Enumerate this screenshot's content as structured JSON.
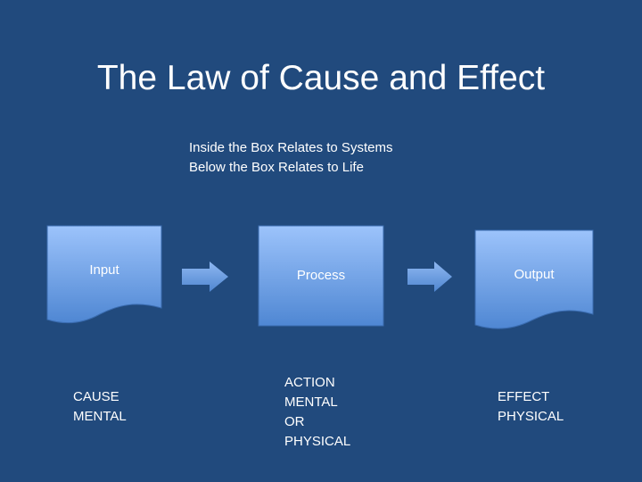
{
  "slide": {
    "title": "The Law of Cause and Effect",
    "subtitle_lines": [
      "Inside the Box Relates to Systems",
      "Below the Box Relates to Life"
    ]
  },
  "flow": {
    "nodes": [
      {
        "id": "input",
        "label": "Input",
        "shape": "document"
      },
      {
        "id": "process",
        "label": "Process",
        "shape": "rectangle"
      },
      {
        "id": "output",
        "label": "Output",
        "shape": "document"
      }
    ],
    "edges": [
      {
        "from": "input",
        "to": "process"
      },
      {
        "from": "process",
        "to": "output"
      }
    ]
  },
  "notes": {
    "cause": [
      "CAUSE",
      "MENTAL"
    ],
    "action": [
      "ACTION",
      "MENTAL",
      "OR",
      "PHYSICAL"
    ],
    "effect": [
      "EFFECT",
      "PHYSICAL"
    ]
  },
  "colors": {
    "background": "#214a7d",
    "box_top": "#9cc3fb",
    "box_bottom": "#4f87d3",
    "text": "#ffffff"
  }
}
